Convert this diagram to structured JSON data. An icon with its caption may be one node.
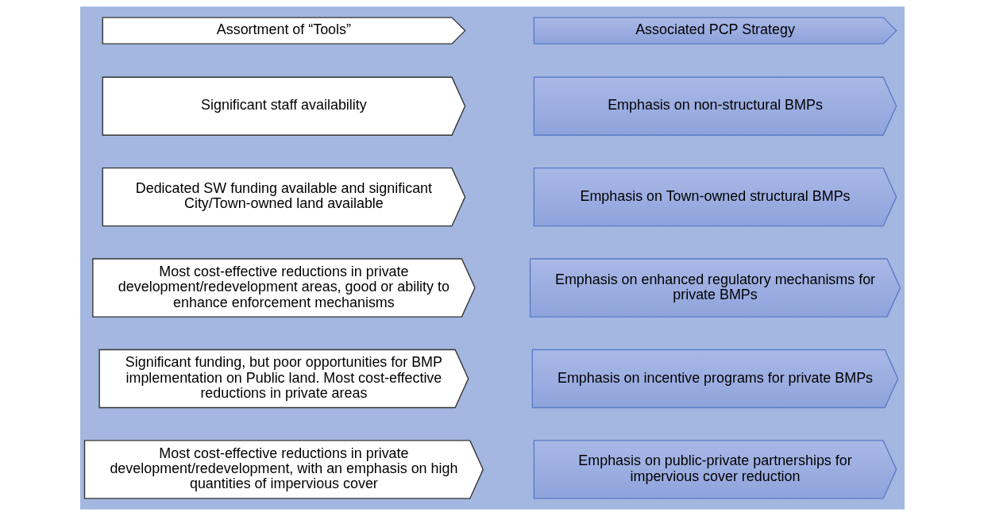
{
  "diagram": {
    "nodes": [
      {
        "text": [
          "Assortment of “Tools”"
        ]
      },
      {
        "text": [
          "Associated PCP Strategy"
        ]
      },
      {
        "text": [
          "Significant staff availability"
        ]
      },
      {
        "text": [
          "Emphasis on non-structural BMPs"
        ]
      },
      {
        "text": [
          "Dedicated SW funding available and significant City/Town-owned land available"
        ]
      },
      {
        "text": [
          "Emphasis on Town-owned structural BMPs"
        ]
      },
      {
        "text": [
          "Most cost-effective reductions in private development/redevelopment areas, good or ability to enhance enforcement mechanisms"
        ]
      },
      {
        "text": [
          "Emphasis on enhanced regulatory mechanisms for private BMPs"
        ]
      },
      {
        "text": [
          "Significant funding, but poor opportunities for BMP implementation on Public land. Most cost-effective reductions in private areas"
        ]
      },
      {
        "text": [
          "Emphasis on incentive programs for private BMPs"
        ]
      },
      {
        "text": [
          "Most cost-effective reductions in private development/redevelopment, with an emphasis on high quantities of impervious cover"
        ]
      },
      {
        "text": [
          "Emphasis on public-private partnerships for impervious cover reduction"
        ]
      }
    ]
  }
}
